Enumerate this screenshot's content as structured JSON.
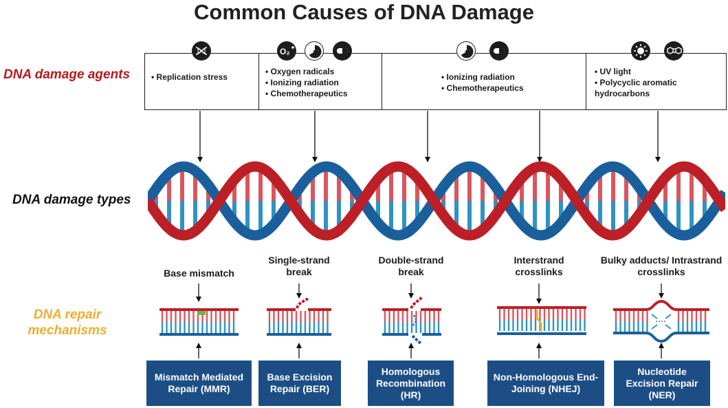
{
  "title": "Common Causes of DNA Damage",
  "row_labels": {
    "agents": "DNA damage agents",
    "types": "DNA damage types",
    "repair": "DNA repair mechanisms"
  },
  "agent_boxes": [
    {
      "items": [
        "Replication stress"
      ],
      "icons": [
        "dna-icon"
      ]
    },
    {
      "items": [
        "Oxygen radicals",
        "Ionizing radiation",
        "Chemotherapeutics"
      ],
      "icons": [
        "oxygen-radical-icon",
        "radiation-icon",
        "pill-icon"
      ],
      "o2_label": "O₂"
    },
    {
      "items": [
        "Ionizing radiation",
        "Chemotherapeutics"
      ],
      "icons": [
        "radiation-icon",
        "pill-icon"
      ]
    },
    {
      "items": [
        "UV light",
        "Polycyclic aromatic hydrocarbons"
      ],
      "icons": [
        "sun-icon",
        "hydrocarbon-ring-icon"
      ]
    }
  ],
  "damage_types": [
    "Base mismatch",
    "Single-strand break",
    "Double-strand break",
    "Interstrand crosslinks",
    "Bulky adducts/ Intrastrand crosslinks"
  ],
  "repair_mechanisms": [
    "Mismatch Mediated Repair (MMR)",
    "Base Excision Repair (BER)",
    "Homologous Recombination (HR)",
    "Non-Homologous End-Joining (NHEJ)",
    "Nucleotide Excision Repair (NER)"
  ],
  "colors": {
    "red_strand": "#bd1f26",
    "blue_strand": "#1a5f9b",
    "rung_red": "#d9565e",
    "rung_blue": "#2e93c2",
    "repair_box": "#1c4e85",
    "agents_label": "#b8191d",
    "repair_label": "#f0ad32",
    "mismatch": "#6ab648",
    "crosslink": "#f0ad32"
  }
}
